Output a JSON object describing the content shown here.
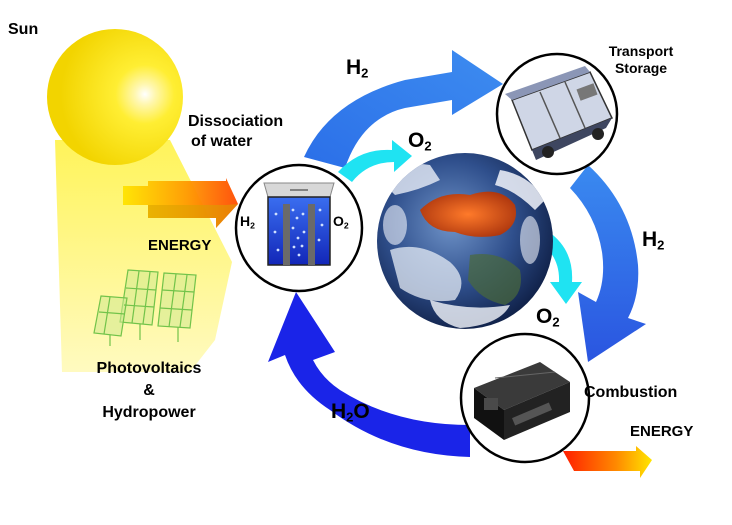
{
  "labels": {
    "sun": "Sun",
    "energy_left": "ENERGY",
    "pv_line1": "Photovoltaics",
    "pv_line2": "&",
    "pv_line3": "Hydropower",
    "dissociation_line1": "Dissociation",
    "dissociation_line2": "of water",
    "transport": "Transport",
    "storage": "Storage",
    "combustion": "Combustion",
    "energy_right": "ENERGY"
  },
  "molecules": {
    "h2_top": {
      "base": "H",
      "sub": "2"
    },
    "o2_top": {
      "base": "O",
      "sub": "2"
    },
    "h2_right": {
      "base": "H",
      "sub": "2"
    },
    "o2_right": {
      "base": "O",
      "sub": "2"
    },
    "h2o_bottom": {
      "base": "H",
      "sub": "2",
      "tail": "O"
    },
    "cell_h2": {
      "base": "H",
      "sub": "2"
    },
    "cell_o2": {
      "base": "O",
      "sub": "2"
    }
  },
  "icons": [
    "sun-icon",
    "solar-panel-icon",
    "energy-arrow-icon",
    "electrolysis-cell-icon",
    "earth-icon",
    "storage-tanker-icon",
    "combustion-engine-icon"
  ],
  "colors": {
    "sun": "#ffe600",
    "sunbeam": "#fff27a",
    "big_arrow_dark": "#1a26e6",
    "big_arrow_light": "#3f86ee",
    "cyan_arrow": "#1fe3f2",
    "energy_arrow_start": "#ff2a00",
    "energy_arrow_end": "#ffe600"
  }
}
